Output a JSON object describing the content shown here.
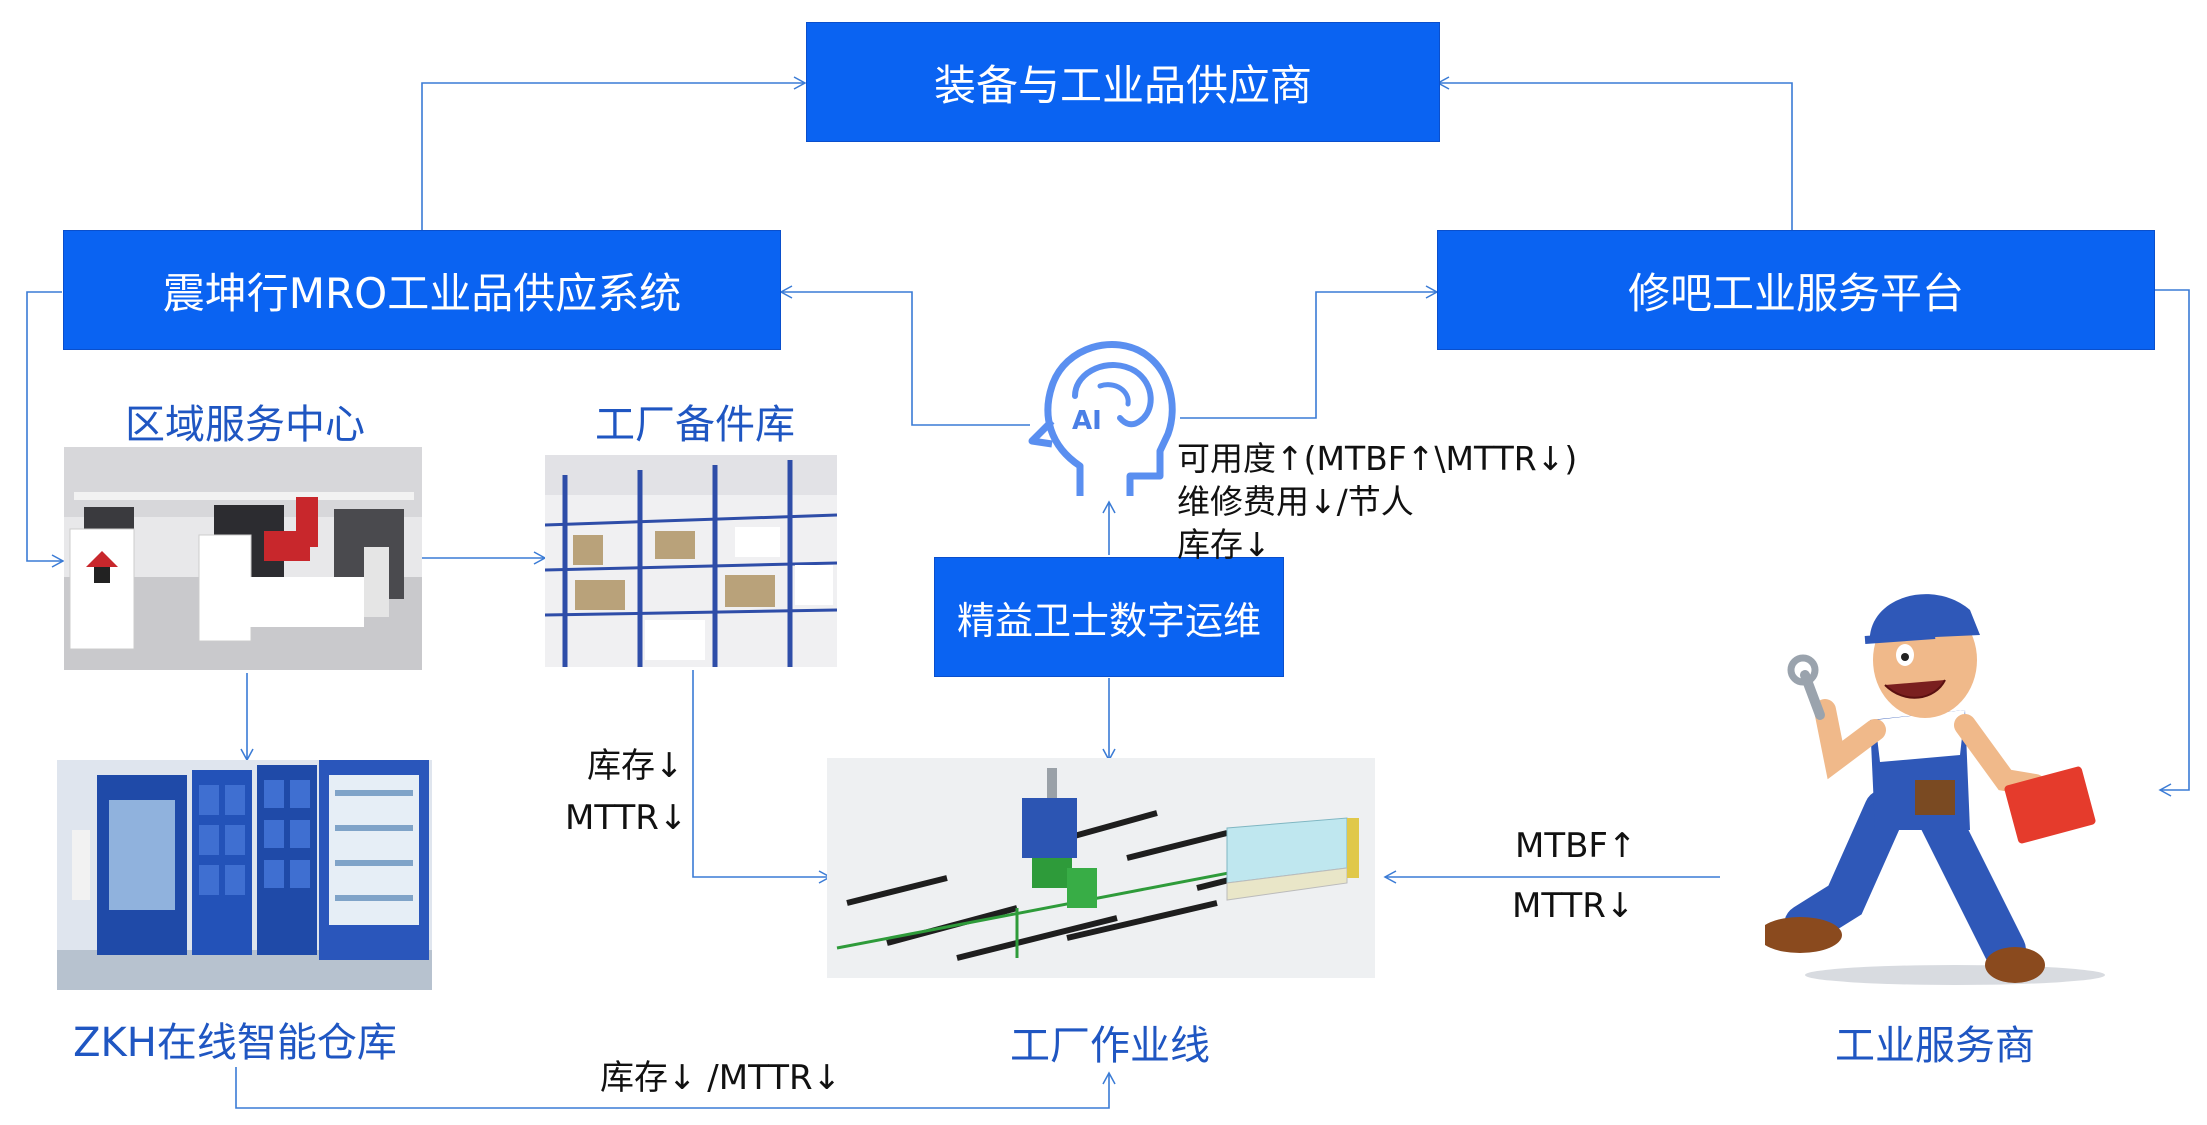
{
  "boxes": {
    "supplier": "装备与工业品供应商",
    "mro_system": "震坤行MRO工业品供应系统",
    "service_platform": "修吧工业服务平台",
    "digital_ops": "精益卫士数字运维"
  },
  "titles": {
    "regional_center": "区域服务中心",
    "factory_spares": "工厂备件库",
    "smart_warehouse": "ZKH在线智能仓库",
    "production_line": "工厂作业线",
    "service_provider": "工业服务商"
  },
  "ai": {
    "icon_text": "AI",
    "benefits": [
      "可用度↑(MTBF↑\\MTTR↓)",
      "维修费用↓/节人",
      "库存↓"
    ]
  },
  "edge_labels": {
    "spares_to_line": [
      "库存↓",
      "MTTR↓"
    ],
    "provider_to_line": [
      "MTBF↑",
      "MTTR↓"
    ],
    "warehouse_to_line": "库存↓ /MTTR↓"
  },
  "colors": {
    "box_fill": "#0a63f2",
    "title_text": "#1f56c2",
    "connector": "#3a7bd5"
  }
}
